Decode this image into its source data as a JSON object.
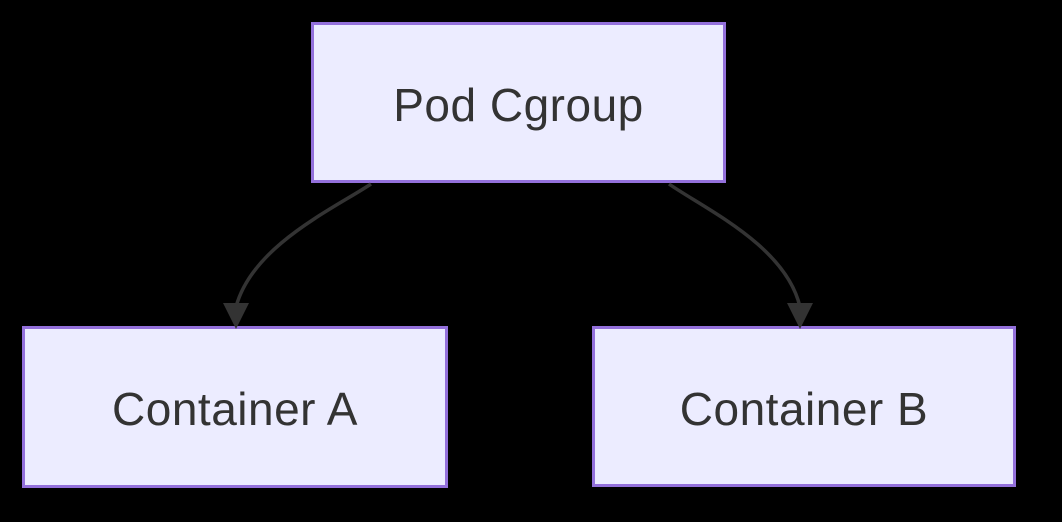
{
  "diagram": {
    "type": "flowchart",
    "direction": "top-down",
    "nodes": [
      {
        "id": "pod-cgroup",
        "label": "Pod Cgroup",
        "shape": "rectangle"
      },
      {
        "id": "container-a",
        "label": "Container A",
        "shape": "rectangle"
      },
      {
        "id": "container-b",
        "label": "Container B",
        "shape": "rectangle"
      }
    ],
    "edges": [
      {
        "from": "Pod Cgroup",
        "to": "Container A",
        "style": "curved",
        "arrow": "filled-triangle"
      },
      {
        "from": "Pod Cgroup",
        "to": "Container B",
        "style": "curved",
        "arrow": "filled-triangle"
      }
    ],
    "colors": {
      "background": "#000000",
      "node_fill": "#ECECFF",
      "node_border": "#9370DB",
      "text": "#333333",
      "edge": "#333333"
    }
  }
}
